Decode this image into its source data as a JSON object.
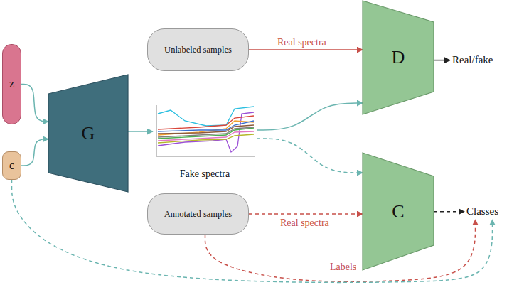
{
  "diagram": {
    "nodes": [
      {
        "text": [
          "z"
        ]
      },
      {
        "text": [
          "c"
        ]
      },
      {
        "text": [
          "G"
        ]
      },
      {
        "text": [
          "Unlabeled samples"
        ]
      },
      {
        "text": [
          "Fake spectra"
        ]
      },
      {
        "text": [
          "Annotated samples"
        ]
      },
      {
        "text": [
          "D"
        ]
      },
      {
        "text": [
          "Real/fake"
        ]
      },
      {
        "text": [
          "C"
        ]
      },
      {
        "text": [
          "Classes"
        ]
      }
    ],
    "edges": [
      {
        "from": 0,
        "to": 2,
        "arrow": "to"
      },
      {
        "from": 1,
        "to": 2,
        "arrow": "to"
      },
      {
        "from": 2,
        "to": 4,
        "arrow": "to"
      },
      {
        "from": 3,
        "to": 6,
        "label": "Real spectra",
        "arrow": "to"
      },
      {
        "from": 4,
        "to": 6,
        "arrow": "to"
      },
      {
        "from": 4,
        "to": 8,
        "arrow": "to"
      },
      {
        "from": 5,
        "to": 8,
        "label": "Real spectra",
        "arrow": "to"
      },
      {
        "from": 6,
        "to": 7,
        "arrow": "to"
      },
      {
        "from": 8,
        "to": 9,
        "arrow": "to"
      },
      {
        "from": 5,
        "to": 9,
        "label": "Labels",
        "arrow": "to"
      },
      {
        "from": 1,
        "to": 9,
        "arrow": "to"
      }
    ]
  }
}
